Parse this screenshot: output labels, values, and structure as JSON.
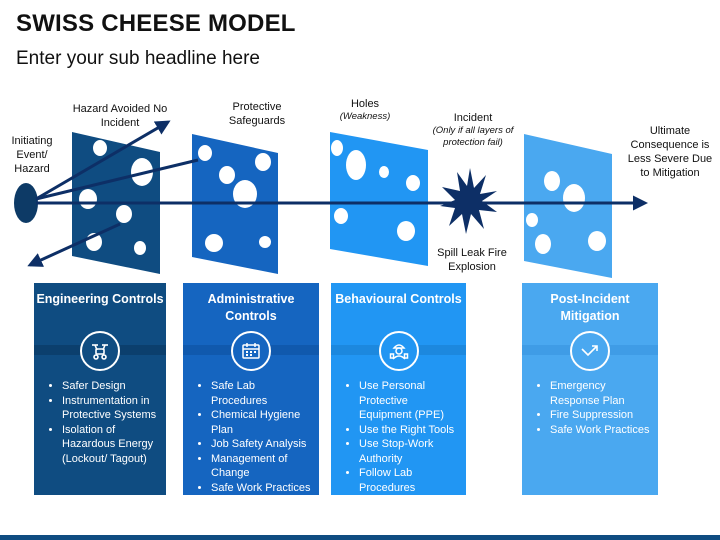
{
  "title": "SWISS CHEESE MODEL",
  "subtitle": "Enter your sub headline here",
  "labels": {
    "initiating": "Initiating Event/ Hazard",
    "hazard_avoided": "Hazard Avoided No Incident",
    "safeguards": "Protective Safeguards",
    "holes": "Holes",
    "holes_sub": "(Weakness)",
    "incident": "Incident",
    "incident_sub": "(Only if all layers of protection fail)",
    "spill": "Spill Leak Fire Explosion",
    "ultimate": "Ultimate Consequence is Less Severe Due to Mitigation"
  },
  "colors": {
    "engineering": "#0f4c81",
    "administrative": "#1565c0",
    "behavioural": "#2196f3",
    "mitigation": "#4aa8f0",
    "hazard": "#0d3a66",
    "arrow": "#0d2f66"
  },
  "cards": [
    {
      "heading": "Engineering Controls",
      "icon": "drone-icon",
      "items": [
        "Safer Design",
        "Instrumentation in Protective Systems",
        "Isolation of Hazardous Energy (Lockout/ Tagout)"
      ]
    },
    {
      "heading": "Administrative Controls",
      "icon": "calendar-icon",
      "items": [
        "Safe Lab Procedures",
        "Chemical Hygiene Plan",
        "Job Safety Analysis",
        "Management of Change",
        "Safe Work Practices"
      ]
    },
    {
      "heading": "Behavioural Controls",
      "icon": "worker-icon",
      "items": [
        "Use Personal Protective Equipment (PPE)",
        "Use the Right Tools",
        "Use Stop-Work Authority",
        "Follow Lab Procedures"
      ]
    },
    {
      "heading": "Post-Incident Mitigation",
      "icon": "trend-arrow-icon",
      "items": [
        "Emergency Response Plan",
        "Fire Suppression",
        "Safe Work Practices"
      ]
    }
  ]
}
